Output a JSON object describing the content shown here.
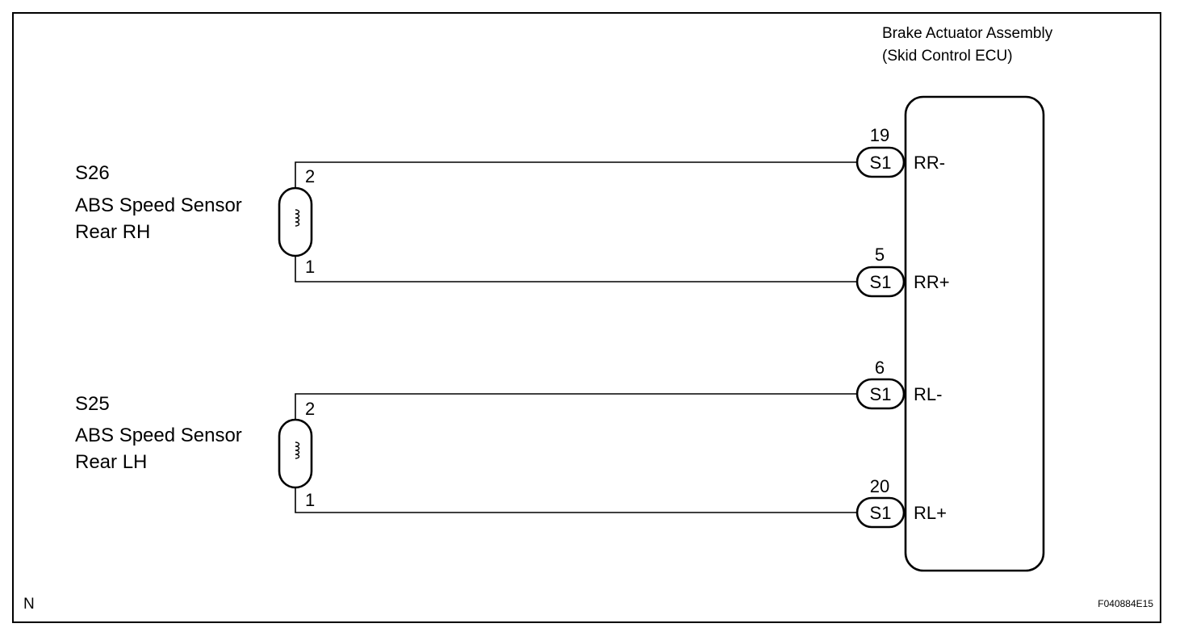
{
  "ecu": {
    "title_line1": "Brake Actuator Assembly",
    "title_line2": "(Skid Control ECU)"
  },
  "sensors": [
    {
      "code": "S26",
      "name_line1": "ABS Speed Sensor",
      "name_line2": "Rear RH",
      "pin_top": "2",
      "pin_bottom": "1"
    },
    {
      "code": "S25",
      "name_line1": "ABS Speed Sensor",
      "name_line2": "Rear LH",
      "pin_top": "2",
      "pin_bottom": "1"
    }
  ],
  "ecu_pins": [
    {
      "pin": "19",
      "connector": "S1",
      "signal": "RR-"
    },
    {
      "pin": "5",
      "connector": "S1",
      "signal": "RR+"
    },
    {
      "pin": "6",
      "connector": "S1",
      "signal": "RL-"
    },
    {
      "pin": "20",
      "connector": "S1",
      "signal": "RL+"
    }
  ],
  "footer": {
    "left_mark": "N",
    "figure_code": "F040884E15"
  }
}
